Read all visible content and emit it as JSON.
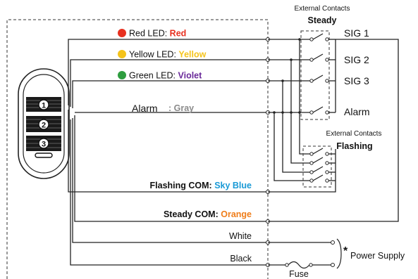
{
  "diagram": {
    "wires": {
      "red": {
        "prefix": "Red LED: ",
        "name": "Red",
        "color": "#e8301f"
      },
      "yellow": {
        "prefix": "Yellow LED: ",
        "name": "Yellow",
        "color": "#f5c31a"
      },
      "green": {
        "prefix": "Green LED: ",
        "name": "Violet",
        "color": "#6a2a9a",
        "dot_color": "#2e9d3f"
      },
      "alarm": {
        "prefix": "Alarm",
        "name": ": Gray",
        "color": "#8a8a8a"
      },
      "flashing_com": {
        "prefix": "Flashing COM: ",
        "name": "Sky Blue",
        "color": "#1a9ad6"
      },
      "steady_com": {
        "prefix": "Steady COM: ",
        "name": "Orange",
        "color": "#ef7d1a"
      },
      "white": {
        "label": "White"
      },
      "black": {
        "label": "Black"
      }
    },
    "steady_box": {
      "title": "External Contacts",
      "subtitle": "Steady"
    },
    "flashing_box": {
      "title": "External Contacts",
      "subtitle": "Flashing"
    },
    "signals": [
      "SIG 1",
      "SIG 2",
      "SIG 3",
      "Alarm"
    ],
    "power_supply": {
      "marker": "*",
      "label": "Power Supply"
    },
    "fuse_label": "Fuse",
    "device_buttons": [
      "1",
      "2",
      "3"
    ]
  }
}
